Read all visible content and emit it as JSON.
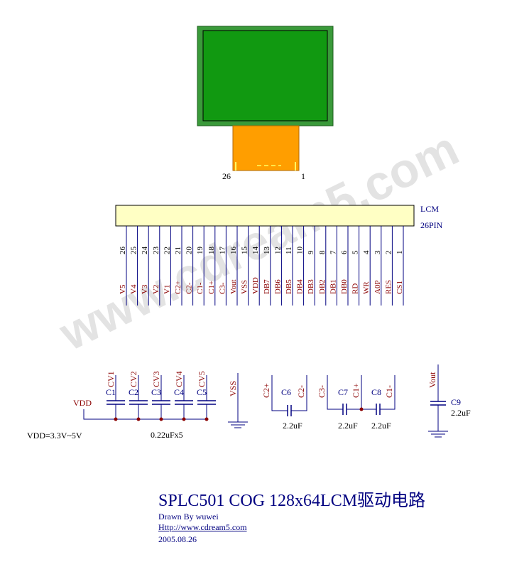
{
  "lcm_module": {
    "left_pin_label": "26",
    "right_pin_label": "1"
  },
  "connector": {
    "name": "LCM",
    "subtitle": "26PIN",
    "pin_numbers": [
      "26",
      "25",
      "24",
      "23",
      "22",
      "21",
      "20",
      "19",
      "18",
      "17",
      "16",
      "15",
      "14",
      "13",
      "12",
      "11",
      "10",
      "9",
      "8",
      "7",
      "6",
      "5",
      "4",
      "3",
      "2",
      "1"
    ],
    "signals": [
      "V5",
      "V4",
      "V3",
      "V2",
      "V1",
      "C2+",
      "C2-",
      "C1-",
      "C1+",
      "C3-",
      "Vout",
      "VSS",
      "VDD",
      "DB7",
      "DB6",
      "DB5",
      "DB4",
      "DB3",
      "DB2",
      "DB1",
      "DB0",
      "RD",
      "WR",
      "A0P",
      "RES",
      "CS1"
    ]
  },
  "power_caps": {
    "supply_label": "VDD",
    "nets": [
      "CV1",
      "CV2",
      "CV3",
      "CV4",
      "CV5"
    ],
    "caps": [
      "C1",
      "C2",
      "C3",
      "C4",
      "C5"
    ],
    "value": "0.22uFx5",
    "supply_range": "VDD=3.3V~5V"
  },
  "vss_net": {
    "label": "VSS"
  },
  "cap_c6": {
    "net_left": "C2+",
    "net_right": "C2-",
    "name": "C6",
    "value": "2.2uF"
  },
  "cap_c7_c8": {
    "net_left": "C3-",
    "net_mid": "C1+",
    "net_right": "C1-",
    "cap_a": "C7",
    "cap_b": "C8",
    "value_a": "2.2uF",
    "value_b": "2.2uF"
  },
  "cap_c9": {
    "net": "Vout",
    "name": "C9",
    "value": "2.2uF"
  },
  "watermark": "www.cdream5.com",
  "footer": {
    "title": "SPLC501 COG 128x64LCM驱动电路",
    "drawn_by": "Drawn By wuwei",
    "url": "Http://www.cdream5.com",
    "date": "2005.08.26"
  },
  "colors": {
    "lcd_frame": "#3a9a3a",
    "lcd_screen": "#119911",
    "flex_cable": "#ff9e00",
    "connector_body": "#ffffc4",
    "net_label": "#8b0000",
    "wire": "#000080",
    "junction": "#8b0000"
  }
}
